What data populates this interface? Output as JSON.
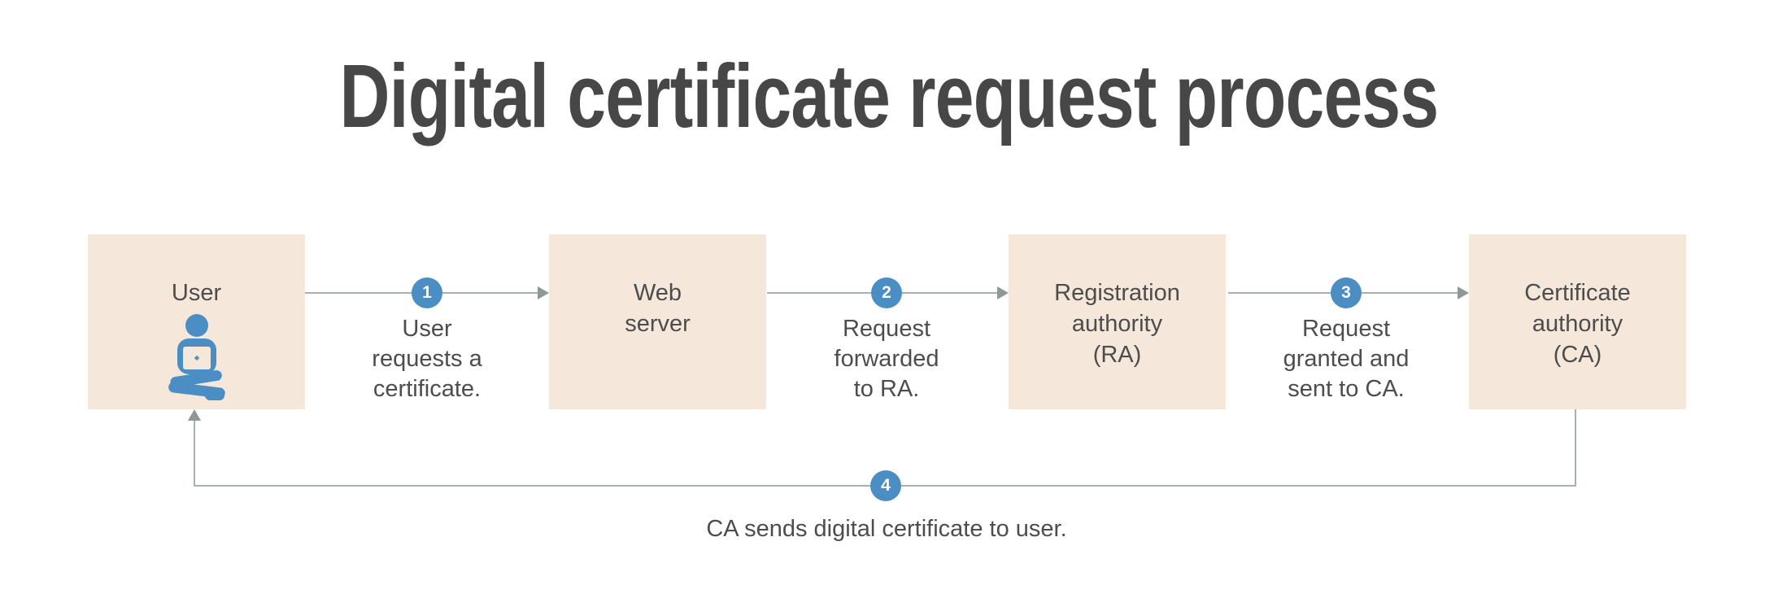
{
  "title": "Digital certificate request process",
  "colors": {
    "accent_blue": "#4a8ec3",
    "box_fill": "#f5e8da",
    "line_gray": "#a9b0b0",
    "arrow_gray": "#8f9797",
    "text_dark": "#4d4d4d",
    "title_dark": "#474747"
  },
  "nodes": [
    {
      "id": "user",
      "lines": [
        "User"
      ],
      "icon": "user-laptop-icon"
    },
    {
      "id": "web-server",
      "lines": [
        "Web",
        "server"
      ]
    },
    {
      "id": "registration-authority",
      "lines": [
        "Registration",
        "authority",
        "(RA)"
      ]
    },
    {
      "id": "certificate-authority",
      "lines": [
        "Certificate",
        "authority",
        "(CA)"
      ]
    }
  ],
  "steps": [
    {
      "number": "1",
      "lines": [
        "User",
        "requests a",
        "certificate."
      ]
    },
    {
      "number": "2",
      "lines": [
        "Request",
        "forwarded",
        "to RA."
      ]
    },
    {
      "number": "3",
      "lines": [
        "Request",
        "granted and",
        "sent to CA."
      ]
    },
    {
      "number": "4",
      "lines": [
        "CA sends digital certificate to user."
      ]
    }
  ]
}
